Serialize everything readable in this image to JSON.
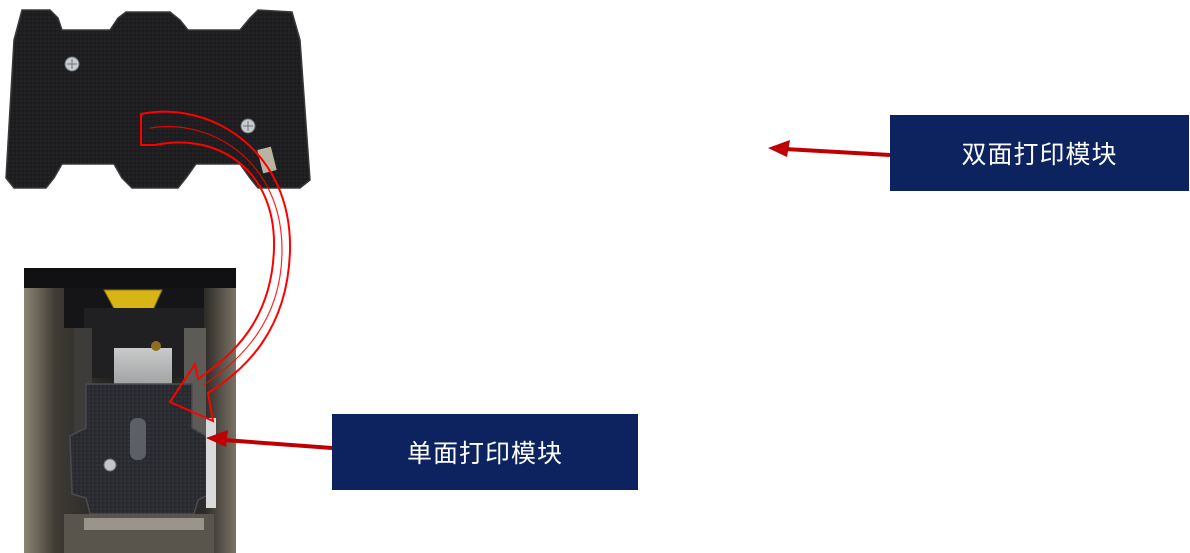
{
  "labels": {
    "duplex_module": "双面打印模块",
    "simplex_module": "单面打印模块"
  },
  "colors": {
    "label_background": "#0d2360",
    "label_text": "#ffffff",
    "pointer_arrow": "#c00000",
    "curved_arrow_outline": "#ff0000",
    "module_plate": "#1c1c1e"
  },
  "icons": {
    "duplex_photo": "duplex-module-plate-photo",
    "simplex_photo": "printer-with-simplex-module-photo",
    "move_arrow": "curved-outline-arrow",
    "pointer": "left-pointing-arrow"
  }
}
